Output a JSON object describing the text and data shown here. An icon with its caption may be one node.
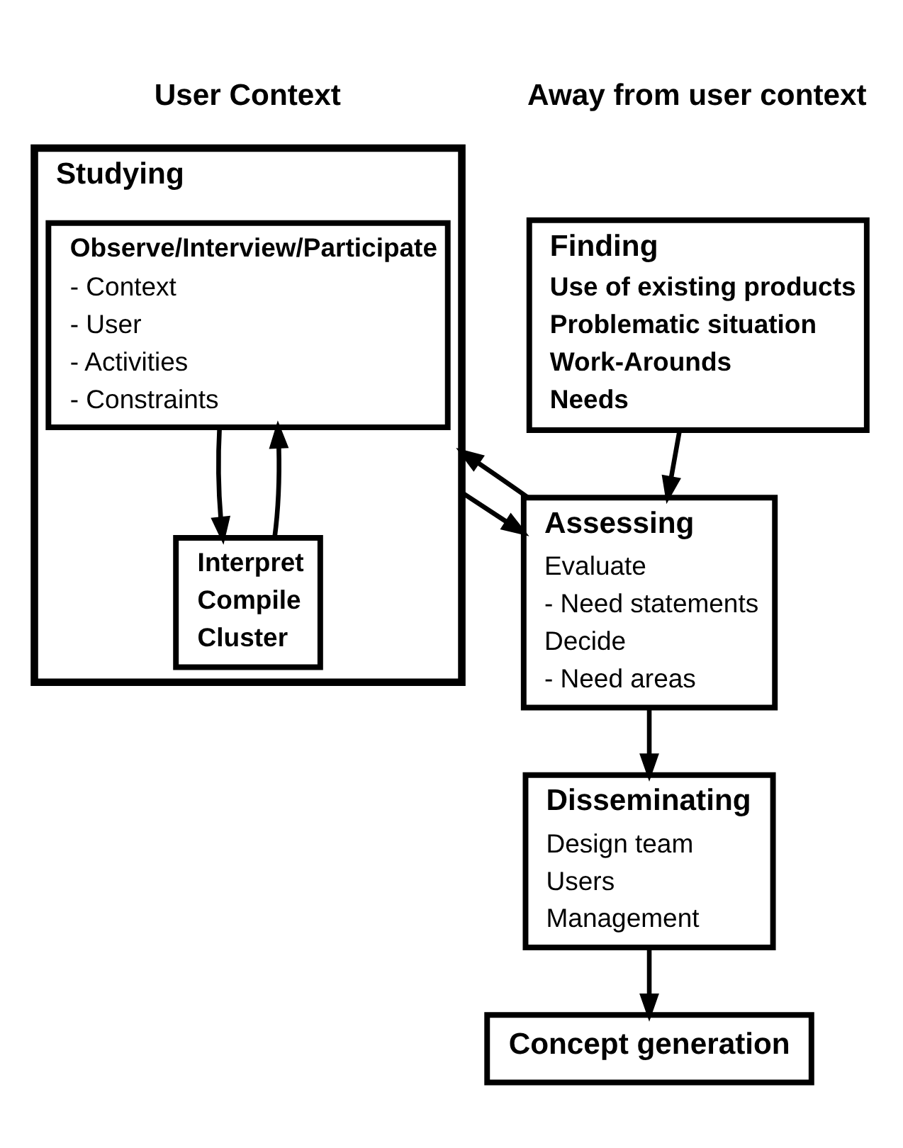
{
  "diagram": {
    "nodes": [
      {
        "text": [
          "Studying"
        ]
      },
      {
        "text": [
          "Observe/Interview/Participate",
          "- Context",
          "- User",
          "- Activities",
          "- Constraints"
        ],
        "in": 0
      },
      {
        "text": [
          "Interpret",
          "Compile",
          "Cluster"
        ],
        "in": 0
      },
      {
        "text": [
          "Finding",
          "Use of existing products",
          "Problematic situation",
          "Work-Arounds",
          "Needs"
        ]
      },
      {
        "text": [
          "Assessing",
          "Evaluate",
          "- Need statements",
          "Decide",
          "- Need areas"
        ]
      },
      {
        "text": [
          "Disseminating",
          "Design team",
          "Users",
          "Management"
        ]
      },
      {
        "text": [
          "Concept generation"
        ]
      }
    ],
    "edges": [
      {
        "from": 1,
        "to": 2,
        "arrow": "to"
      },
      {
        "from": 2,
        "to": 1,
        "arrow": "to"
      },
      {
        "from": 0,
        "to": 4,
        "arrow": "to"
      },
      {
        "from": 4,
        "to": 0,
        "arrow": "to"
      },
      {
        "from": 3,
        "to": 4,
        "arrow": "to"
      },
      {
        "from": 4,
        "to": 5,
        "arrow": "to"
      },
      {
        "from": 5,
        "to": 6,
        "arrow": "to"
      }
    ],
    "labels": [
      "User Context",
      "Away from user context"
    ]
  }
}
